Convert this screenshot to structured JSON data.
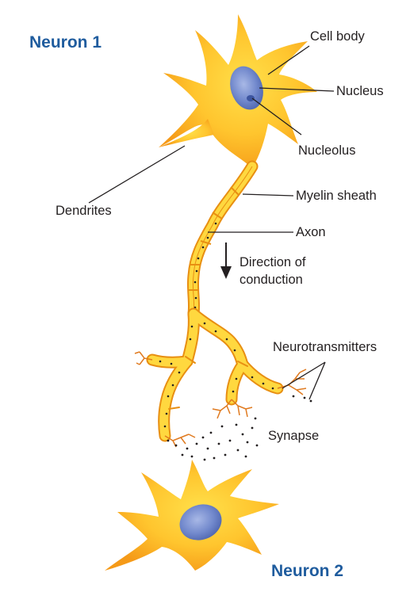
{
  "titles": {
    "neuron1": "Neuron 1",
    "neuron2": "Neuron 2"
  },
  "labels": {
    "cell_body": "Cell body",
    "nucleus": "Nucleus",
    "nucleolus": "Nucleolus",
    "dendrites": "Dendrites",
    "myelin_sheath": "Myelin sheath",
    "axon": "Axon",
    "direction_line1": "Direction of",
    "direction_line2": "conduction",
    "neurotransmitters": "Neurotransmitters",
    "synapse": "Synapse"
  },
  "colors": {
    "title_blue": "#1f5c9e",
    "cell_orange": "#f7a21b",
    "cell_yellow": "#ffd23a",
    "nucleus_blue": "#6f86c7",
    "nucleolus_dark": "#3d55a0",
    "myelin_yellow": "#ffd83f",
    "myelin_outline": "#e88f12",
    "terminal_branch": "#e07a1f",
    "label_text": "#231f20"
  }
}
